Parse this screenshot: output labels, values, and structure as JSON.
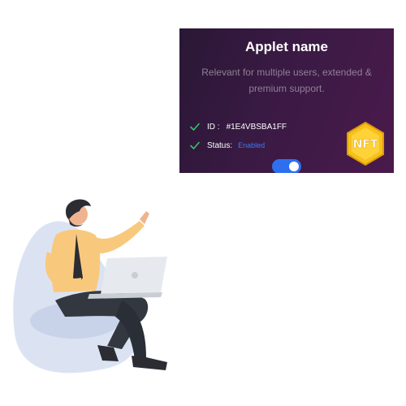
{
  "applet": {
    "title": "Applet name",
    "description": "Relevant for multiple users, extended & premium support.",
    "id_label": "ID :",
    "id_value": "#1E4VBSBA1FF",
    "status_label": "Status:",
    "status_value": "Enabled",
    "toggle_on": true,
    "badge_text": "NFT",
    "icons": [
      "check-icon",
      "nft-badge-icon"
    ],
    "colors": {
      "card_bg": "#3a1a44",
      "check": "#35c26b",
      "status_enabled": "#3e7bf2",
      "toggle": "#2e6ff0",
      "badge": "#f5c21b"
    }
  },
  "illustration": {
    "subject": "man-sitting-with-laptop"
  }
}
